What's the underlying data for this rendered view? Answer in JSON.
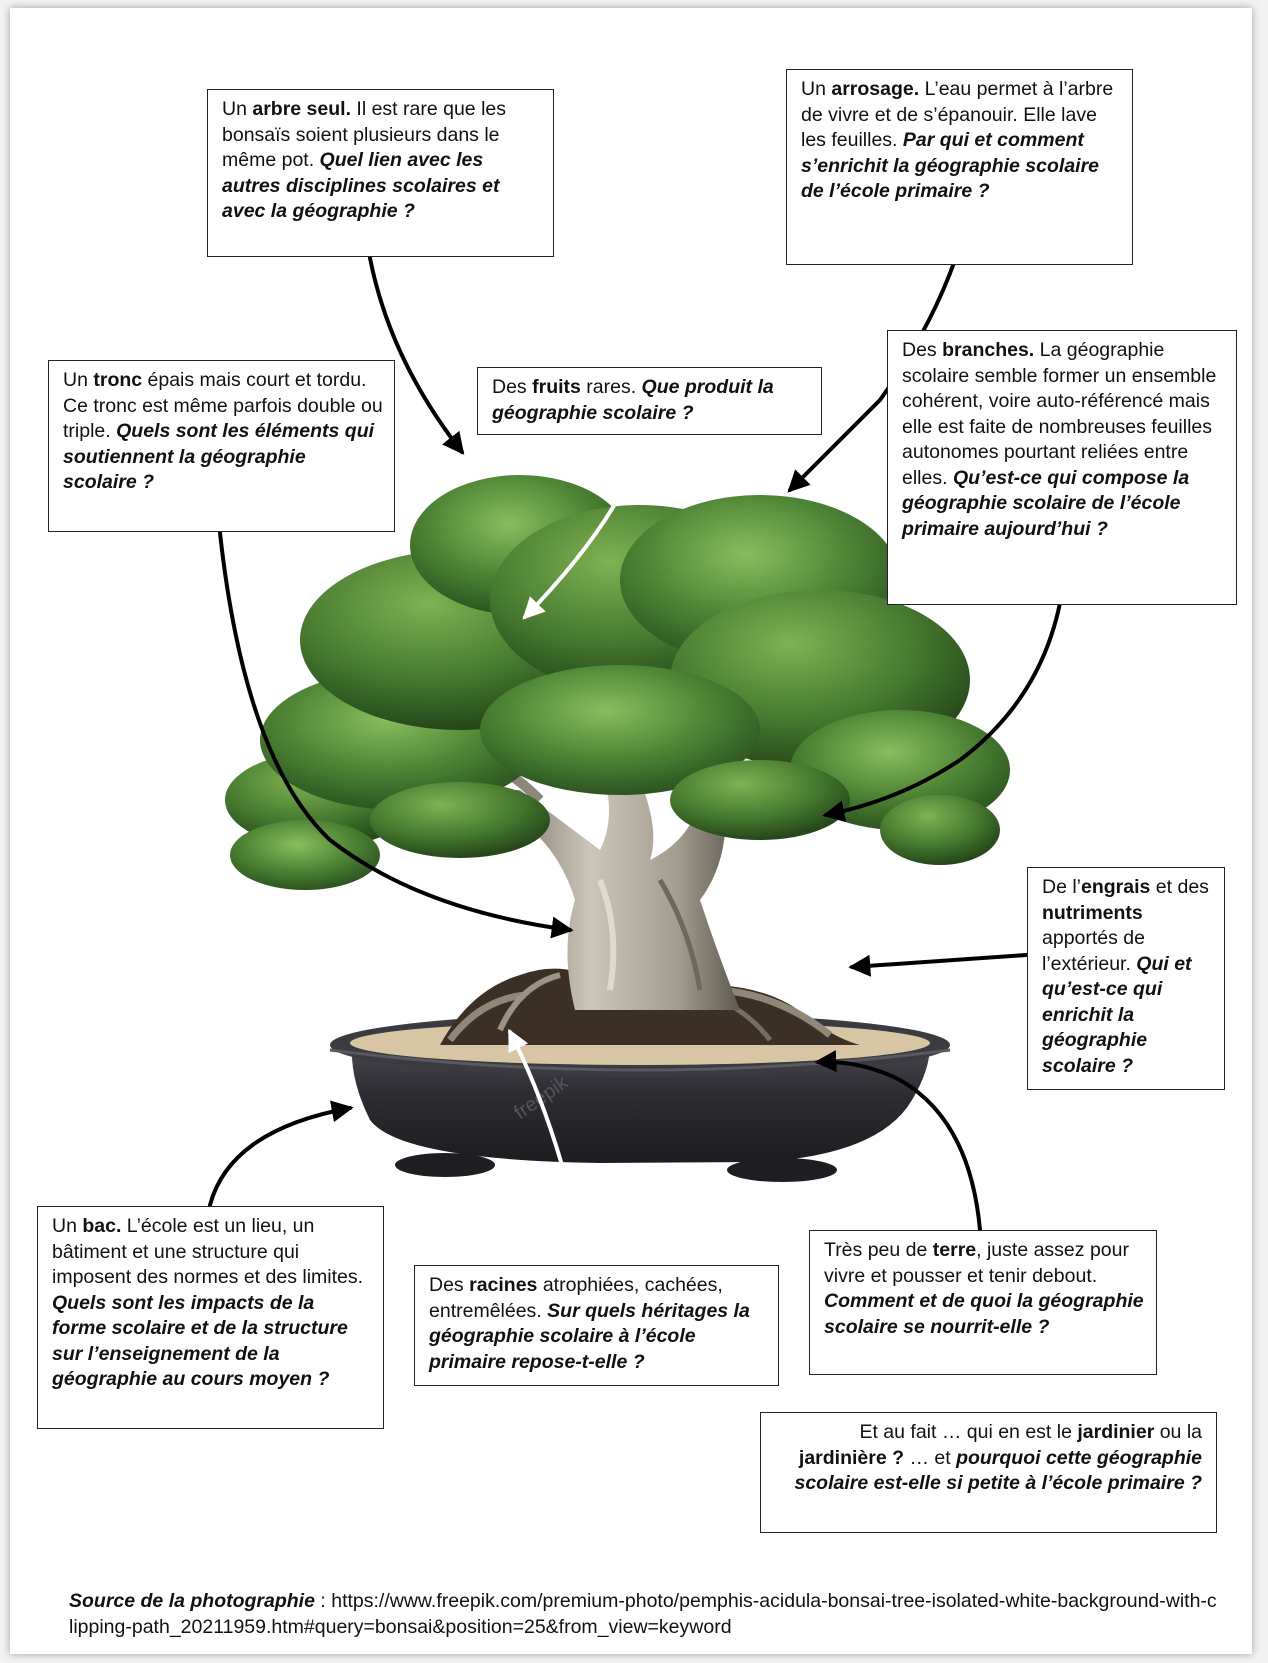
{
  "boxes": {
    "arbre": {
      "pre": "Un ",
      "key": "arbre seul.",
      "mid": " Il est rare que les bonsaïs soient plusieurs dans le même pot. ",
      "question": "Quel lien avec les autres disciplines scolaires et avec la géographie ?"
    },
    "arrosage": {
      "pre": "Un ",
      "key": "arrosage.",
      "mid": " L’eau permet à l’arbre de vivre et de s’épanouir. Elle lave les feuilles. ",
      "question": "Par qui et comment s’enrichit la géographie scolaire de l’école primaire ?"
    },
    "tronc": {
      "pre": "Un ",
      "key": "tronc",
      "mid": " épais mais court et tordu. Ce tronc est même parfois double ou triple. ",
      "question": "Quels sont les éléments qui soutiennent la géographie scolaire ?"
    },
    "fruits": {
      "pre": "Des ",
      "key": "fruits",
      "mid": " rares. ",
      "question": "Que produit la géographie scolaire ?"
    },
    "branches": {
      "pre": "Des ",
      "key": "branches.",
      "mid": " La géographie scolaire semble former un ensemble cohérent, voire auto-référencé mais elle est faite de nombreuses feuilles autonomes pourtant reliées entre elles. ",
      "question": "Qu’est-ce qui compose la géographie scolaire de l’école primaire aujourd’hui ?"
    },
    "engrais": {
      "pre": "De l’",
      "key": "engrais",
      "mid1": " et des ",
      "key2": "nutriments",
      "mid": " apportés de l’extérieur. ",
      "question": "Qui et qu’est-ce qui enrichit la géographie scolaire ?"
    },
    "bac": {
      "pre": "Un ",
      "key": "bac.",
      "mid": " L’école est un lieu, un bâtiment et une structure qui imposent des normes et des limites. ",
      "question": "Quels sont les impacts de la forme scolaire et de la structure sur l’enseignement de la géographie au cours moyen ?"
    },
    "racines": {
      "pre": "Des ",
      "key": "racines",
      "mid": " atrophiées, cachées, entremêlées. ",
      "question": "Sur quels héritages la géographie scolaire à l’école primaire repose-t-elle ?"
    },
    "terre": {
      "pre": "Très peu de ",
      "key": "terre",
      "mid": ", juste assez pour vivre et pousser et tenir debout. ",
      "question": "Comment et de quoi la géographie scolaire se nourrit-elle ?"
    },
    "jardinier": {
      "pre": "Et au fait … qui en est le ",
      "key": "jardinier",
      "mid1": " ou la ",
      "key2": "jardinière ?",
      "mid": " … et ",
      "question": "pourquoi cette géographie scolaire est-elle si petite à l’école primaire ?"
    }
  },
  "watermark": "freepik",
  "source": {
    "label": "Source de la photographie",
    "sep": " : ",
    "url": "https://www.freepik.com/premium-photo/pemphis-acidula-bonsai-tree-isolated-white-background-with-clipping-path_20211959.htm#query=bonsai&position=25&from_view=keyword"
  },
  "colors": {
    "foliage_dark": "#2f5a22",
    "foliage_mid": "#4e8334",
    "foliage_light": "#7dae55",
    "trunk": "#a59f92",
    "pot": "#2e2d31",
    "soil": "#d9c6a6",
    "arrow": "#000000"
  }
}
